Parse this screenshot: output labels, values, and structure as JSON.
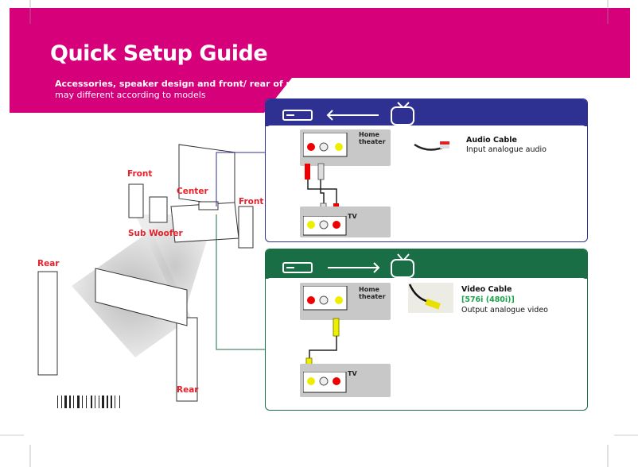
{
  "header": {
    "title": "Quick Setup Guide",
    "subtitle_line1": "Accessories, speaker design and front/ rear of units",
    "subtitle_line2": "may different according to models",
    "color": "#d6007b"
  },
  "speaker_labels": {
    "front_left": "Front",
    "center": "Center",
    "front_right": "Front",
    "subwoofer": "Sub Woofer",
    "rear_left": "Rear",
    "rear_right": "Rear"
  },
  "audio_panel": {
    "color": "#2e3192",
    "direction": "tv-to-home-theater",
    "home_theater_label": "Home theater",
    "tv_label": "TV",
    "cable_title": "Audio Cable",
    "cable_desc": "Input analogue audio"
  },
  "video_panel": {
    "color": "#1a6e45",
    "direction": "home-theater-to-tv",
    "home_theater_label": "Home theater",
    "tv_label": "TV",
    "cable_title": "Video Cable",
    "cable_resolution": "[576i (480i)]",
    "cable_desc": "Output analogue video",
    "resolution_color": "#1aa34a"
  }
}
